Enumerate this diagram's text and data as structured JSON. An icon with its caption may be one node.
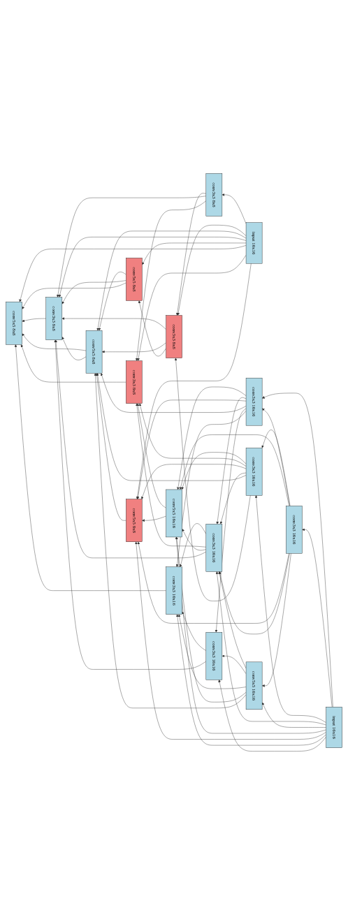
{
  "diagram": {
    "nodes": [
      {
        "text": [
          "input 16x16"
        ]
      },
      {
        "text": [
          "input 16x16"
        ]
      },
      {
        "text": [
          "conv3x3 16x16"
        ]
      },
      {
        "text": [
          "conv3x3 16x16"
        ]
      },
      {
        "text": [
          "conv3x3 16x16"
        ]
      },
      {
        "text": [
          "conv3x3 8x8"
        ]
      },
      {
        "text": [
          "conv5x5 16x16"
        ]
      },
      {
        "text": [
          "conv3x3 8x8"
        ]
      },
      {
        "text": [
          "conv5x5 8x8"
        ]
      },
      {
        "text": [
          "conv3x3 16x16"
        ]
      },
      {
        "text": [
          "conv5x5 8x8"
        ]
      },
      {
        "text": [
          "conv5x5 16x16"
        ]
      },
      {
        "text": [
          "conv5x5 8x8"
        ]
      },
      {
        "text": [
          "conv3x3 16x16"
        ]
      },
      {
        "text": [
          "conv3x3 8x8"
        ]
      },
      {
        "text": [
          "conv3x3 16x16"
        ]
      },
      {
        "text": [
          "conv3x3 8x8"
        ]
      },
      {
        "text": [
          "conv5x5 8x8"
        ]
      }
    ],
    "edges": [
      {
        "from": 0,
        "to": 4,
        "arrow": "to"
      },
      {
        "from": 0,
        "to": 2,
        "arrow": "to"
      },
      {
        "from": 0,
        "to": 3,
        "arrow": "to"
      },
      {
        "from": 0,
        "to": 9,
        "arrow": "to"
      },
      {
        "from": 0,
        "to": 6,
        "arrow": "to"
      },
      {
        "from": 0,
        "to": 11,
        "arrow": "to"
      },
      {
        "from": 0,
        "to": 12,
        "arrow": "to"
      },
      {
        "from": 0,
        "to": 15,
        "arrow": "to"
      },
      {
        "from": 0,
        "to": 13,
        "arrow": "to"
      },
      {
        "from": 1,
        "to": 5,
        "arrow": "to"
      },
      {
        "from": 1,
        "to": 7,
        "arrow": "to"
      },
      {
        "from": 1,
        "to": 10,
        "arrow": "to"
      },
      {
        "from": 1,
        "to": 14,
        "arrow": "to"
      },
      {
        "from": 1,
        "to": 8,
        "arrow": "to"
      },
      {
        "from": 1,
        "to": 17,
        "arrow": "to"
      },
      {
        "from": 1,
        "to": 16,
        "arrow": "to"
      },
      {
        "from": 1,
        "to": 12,
        "arrow": "to"
      },
      {
        "from": 2,
        "to": 3,
        "arrow": "to"
      },
      {
        "from": 2,
        "to": 4,
        "arrow": "to"
      },
      {
        "from": 2,
        "to": 11,
        "arrow": "to"
      },
      {
        "from": 2,
        "to": 12,
        "arrow": "to"
      },
      {
        "from": 2,
        "to": 9,
        "arrow": "to"
      },
      {
        "from": 2,
        "to": 6,
        "arrow": "to"
      },
      {
        "from": 3,
        "to": 11,
        "arrow": "to"
      },
      {
        "from": 3,
        "to": 16,
        "arrow": "to"
      },
      {
        "from": 3,
        "to": 12,
        "arrow": "to"
      },
      {
        "from": 3,
        "to": 9,
        "arrow": "to"
      },
      {
        "from": 3,
        "to": 10,
        "arrow": "to"
      },
      {
        "from": 3,
        "to": 7,
        "arrow": "to"
      },
      {
        "from": 4,
        "to": 11,
        "arrow": "to"
      },
      {
        "from": 4,
        "to": 9,
        "arrow": "to"
      },
      {
        "from": 4,
        "to": 12,
        "arrow": "to"
      },
      {
        "from": 4,
        "to": 10,
        "arrow": "to"
      },
      {
        "from": 4,
        "to": 13,
        "arrow": "to"
      },
      {
        "from": 4,
        "to": 15,
        "arrow": "to"
      },
      {
        "from": 5,
        "to": 7,
        "arrow": "to"
      },
      {
        "from": 5,
        "to": 14,
        "arrow": "to"
      },
      {
        "from": 5,
        "to": 16,
        "arrow": "to"
      },
      {
        "from": 6,
        "to": 9,
        "arrow": "to"
      },
      {
        "from": 6,
        "to": 13,
        "arrow": "to"
      },
      {
        "from": 6,
        "to": 15,
        "arrow": "to"
      },
      {
        "from": 6,
        "to": 11,
        "arrow": "to"
      },
      {
        "from": 6,
        "to": 10,
        "arrow": "to"
      },
      {
        "from": 7,
        "to": 14,
        "arrow": "to"
      },
      {
        "from": 7,
        "to": 10,
        "arrow": "to"
      },
      {
        "from": 7,
        "to": 8,
        "arrow": "to"
      },
      {
        "from": 8,
        "to": 10,
        "arrow": "to"
      },
      {
        "from": 8,
        "to": 14,
        "arrow": "to"
      },
      {
        "from": 8,
        "to": 17,
        "arrow": "to"
      },
      {
        "from": 9,
        "to": 15,
        "arrow": "to"
      },
      {
        "from": 9,
        "to": 16,
        "arrow": "to"
      },
      {
        "from": 9,
        "to": 11,
        "arrow": "to"
      },
      {
        "from": 9,
        "to": 14,
        "arrow": "to"
      },
      {
        "from": 10,
        "to": 17,
        "arrow": "to"
      },
      {
        "from": 10,
        "to": 14,
        "arrow": "to"
      },
      {
        "from": 11,
        "to": 16,
        "arrow": "to"
      },
      {
        "from": 11,
        "to": 12,
        "arrow": "to"
      },
      {
        "from": 12,
        "to": 10,
        "arrow": "to"
      },
      {
        "from": 13,
        "to": 15,
        "arrow": "to"
      },
      {
        "from": 13,
        "to": 14,
        "arrow": "to"
      },
      {
        "from": 14,
        "to": 17,
        "arrow": "to"
      },
      {
        "from": 15,
        "to": 17,
        "arrow": "to"
      },
      {
        "from": 16,
        "to": 17,
        "arrow": "to"
      }
    ]
  }
}
